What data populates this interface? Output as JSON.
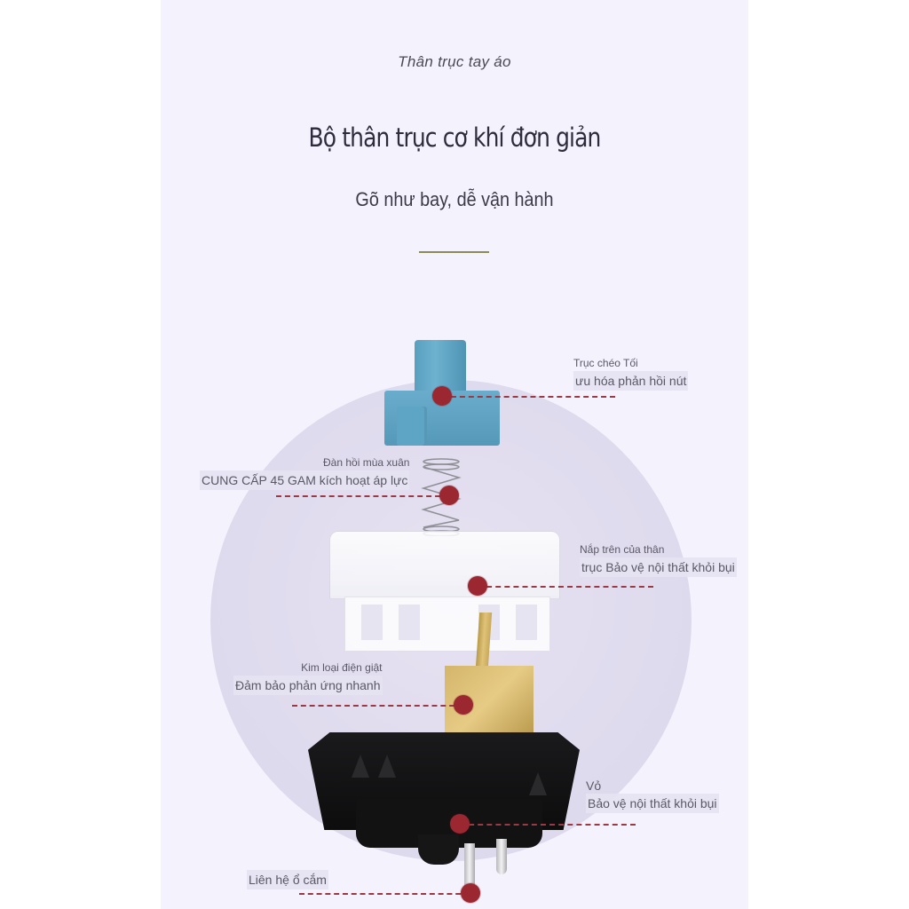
{
  "header": {
    "kicker": "Thân trục tay áo",
    "title": "Bộ thân trục cơ khí đơn giản",
    "subtitle": "Gõ như bay, dễ vận hành"
  },
  "colors": {
    "background": "#ffffff",
    "panel": "#f4f2fd",
    "circle": "#dfdbee",
    "divider": "#8c8a56",
    "marker": "#9b2730",
    "stem": "#5ea5c5",
    "contact": "#d4b66a",
    "base": "#111112"
  },
  "callouts": [
    {
      "id": "stem",
      "line1": "Trục chéo Tối",
      "line2": "ưu hóa phản hồi nút",
      "side": "right"
    },
    {
      "id": "spring",
      "line1": "Đàn hồi mùa xuân",
      "line2": "CUNG CẤP 45 GAM kích hoạt áp lực",
      "side": "left"
    },
    {
      "id": "top-housing",
      "line1": "Nắp trên của thân",
      "line2": "trục Bảo vệ nội thất khỏi bụi",
      "side": "right"
    },
    {
      "id": "contact",
      "line1": "Kim loại điện giật",
      "line2": "Đảm bảo phản ứng nhanh",
      "side": "left"
    },
    {
      "id": "bottom-housing",
      "line1": "Vỏ",
      "line2": "Bảo vệ nội thất khỏi bụi",
      "side": "right"
    },
    {
      "id": "pin",
      "line1": "",
      "line2": "Liên hệ ổ cắm",
      "side": "left"
    }
  ]
}
